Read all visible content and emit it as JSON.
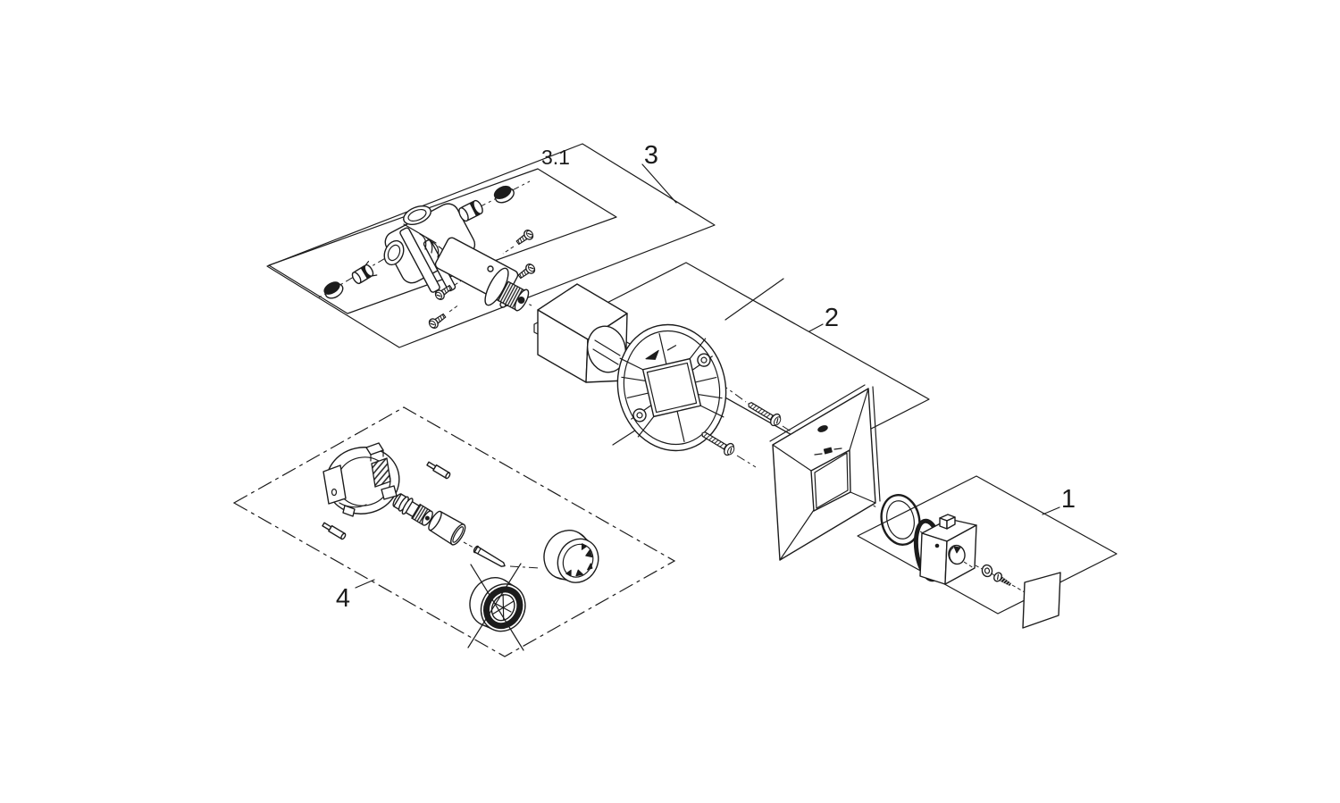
{
  "diagram": {
    "background_color": "#ffffff",
    "line_color": "#1c1c1c",
    "part_labels": {
      "group_1": "1",
      "group_2": "2",
      "group_3": "3",
      "group_3_1": "3.1",
      "group_4": "4"
    }
  }
}
